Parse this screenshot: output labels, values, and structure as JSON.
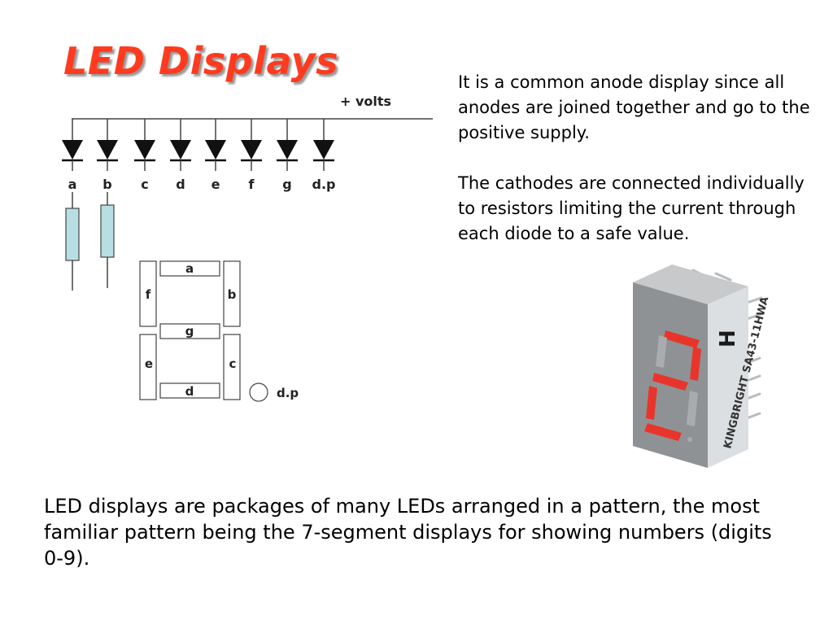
{
  "slide": {
    "title": "LED Displays",
    "side_paragraphs": [
      "It is a common anode display since all anodes are joined together and go to the positive supply.",
      "The cathodes are connected individually to resistors limiting the current through each diode to a safe value."
    ],
    "bottom_paragraph": "LED displays are packages of many LEDs arranged in a pattern, the most familiar pattern being the 7-segment displays for showing numbers (digits 0-9)."
  },
  "circuit": {
    "supply_label": "+ volts",
    "diode_labels": [
      "a",
      "b",
      "c",
      "d",
      "e",
      "f",
      "g",
      "d.p"
    ]
  },
  "segment_diagram": {
    "labels": {
      "a": "a",
      "b": "b",
      "c": "c",
      "d": "d",
      "e": "e",
      "f": "f",
      "g": "g",
      "dp": "d.p"
    }
  },
  "photo": {
    "chip_text": "KINGBRIGHT SA43-11HWA",
    "segment_color": "#e8352c",
    "body_color": "#8f9294"
  }
}
